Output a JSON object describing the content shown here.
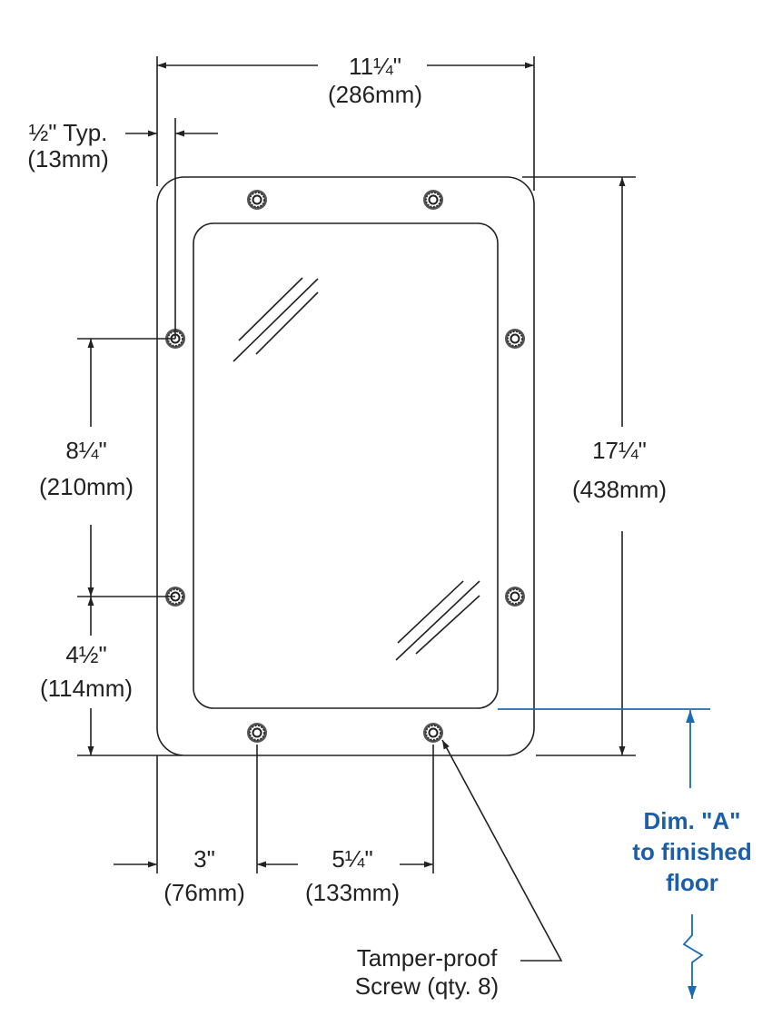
{
  "dimensions": {
    "overall_width": {
      "imperial": "11¼\"",
      "metric": "(286mm)"
    },
    "edge_offset": {
      "imperial": "½\" Typ.",
      "metric": "(13mm)"
    },
    "overall_height": {
      "imperial": "17¼\"",
      "metric": "(438mm)"
    },
    "screw_vertical_spacing": {
      "imperial": "8¼\"",
      "metric": "(210mm)"
    },
    "lower_screw_height": {
      "imperial": "4½\"",
      "metric": "(114mm)"
    },
    "bottom_screw_offset": {
      "imperial": "3\"",
      "metric": "(76mm)"
    },
    "bottom_screw_spacing": {
      "imperial": "5¼\"",
      "metric": "(133mm)"
    }
  },
  "callouts": {
    "screw_line1": "Tamper-proof",
    "screw_line2": "Screw (qty. 8)",
    "floor_line1": "Dim. \"A\"",
    "floor_line2": "to finished",
    "floor_line3": "floor"
  },
  "colors": {
    "line": "#222222",
    "accent": "#1a5fa8"
  }
}
